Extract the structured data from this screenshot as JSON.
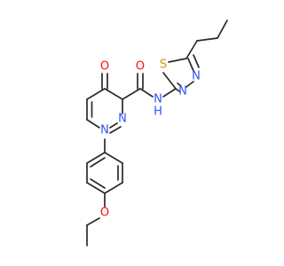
{
  "colors": {
    "bond": "#2a2a2a",
    "carbon": "#2a2a2a",
    "oxygen": "#ff0d0d",
    "nitrogen": "#3050f8",
    "sulfur": "#c8a000",
    "background": "#ffffff"
  },
  "atoms": {
    "o_ketone": "O",
    "o_amide": "O",
    "n_amide": "N",
    "h_amide": "H",
    "s_thiadiazole": "S",
    "n_thiadiazole_a": "N",
    "n_thiadiazole_b": "N",
    "n_pyridazine_1": "N",
    "n_pyridazine_2": "N",
    "o_ether": "O"
  }
}
